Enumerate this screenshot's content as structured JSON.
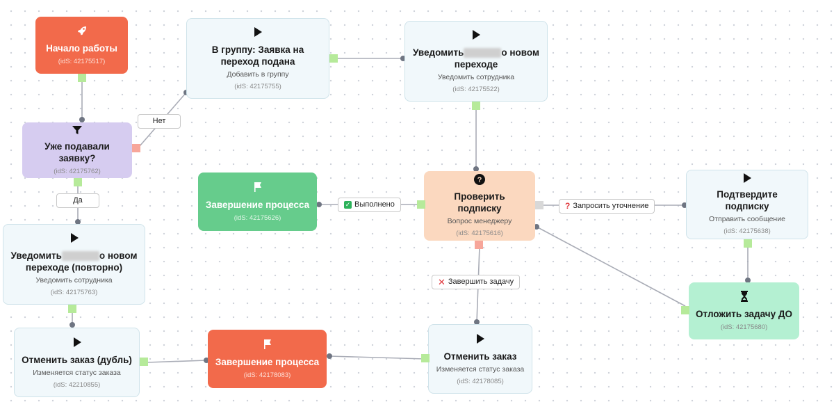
{
  "nodes": {
    "start": {
      "title": "Начало работы",
      "ids": "(idS: 42175517)",
      "icon": "rocket-icon"
    },
    "to_group": {
      "title": "В группу: Заявка на переход подана",
      "subtitle": "Добавить в группу",
      "ids": "(idS: 42175755)",
      "icon": "play-icon"
    },
    "notify_top": {
      "title_pre": "Уведомить",
      "title_post": "о новом переходе",
      "subtitle": "Уведомить сотрудника",
      "ids": "(idS: 42175522)",
      "icon": "play-icon"
    },
    "filter": {
      "title": "Уже подавали заявку?",
      "ids": "(idS: 42175762)",
      "icon": "funnel-icon"
    },
    "finish_green": {
      "title": "Завершение процесса",
      "ids": "(idS: 42175626)",
      "icon": "flag-icon"
    },
    "check": {
      "title": "Проверить подписку",
      "subtitle": "Вопрос менеджеру",
      "ids": "(idS: 42175616)",
      "icon": "question-icon"
    },
    "confirm": {
      "title": "Подтвердите подписку",
      "subtitle": "Отправить сообщение",
      "ids": "(idS: 42175638)",
      "icon": "play-icon"
    },
    "notify_repeat": {
      "title_pre": "Уведомить",
      "title_post": "о новом переходе (повторно)",
      "subtitle": "Уведомить сотрудника",
      "ids": "(idS: 42175763)",
      "icon": "play-icon"
    },
    "delay": {
      "title": "Отложить задачу ДО",
      "ids": "(idS: 42175680)",
      "icon": "hourglass-icon"
    },
    "cancel_dup": {
      "title": "Отменить заказ (дубль)",
      "subtitle": "Изменяется статус заказа",
      "ids": "(idS: 42210855)",
      "icon": "play-icon"
    },
    "finish_red": {
      "title": "Завершение процесса",
      "ids": "(idS: 42178083)",
      "icon": "flag-icon"
    },
    "cancel": {
      "title": "Отменить заказ",
      "subtitle": "Изменяется статус заказа",
      "ids": "(idS: 42178085)",
      "icon": "play-icon"
    }
  },
  "edge_labels": {
    "no": "Нет",
    "yes": "Да",
    "done": "Выполнено",
    "ask": "Запросить уточнение",
    "finish_task": "Завершить задачу"
  },
  "colors": {
    "red_node": "#f26a4b",
    "green_node": "#66cc8c",
    "purple_node": "#d6ccf0",
    "peach_node": "#fbd8bf",
    "mint_node": "#b4f0d2",
    "light_node": "#f1f8fb",
    "edge": "#a9acb6"
  }
}
